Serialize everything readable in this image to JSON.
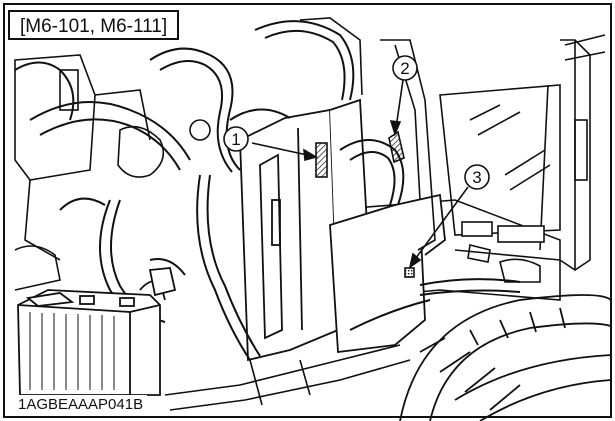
{
  "header": {
    "model_label": "[M6-101, M6-111]"
  },
  "callouts": [
    {
      "number": "1",
      "target": "component-1"
    },
    {
      "number": "2",
      "target": "component-2"
    },
    {
      "number": "3",
      "target": "component-3"
    }
  ],
  "footer": {
    "figure_id": "1AGBEAAAP041B"
  }
}
